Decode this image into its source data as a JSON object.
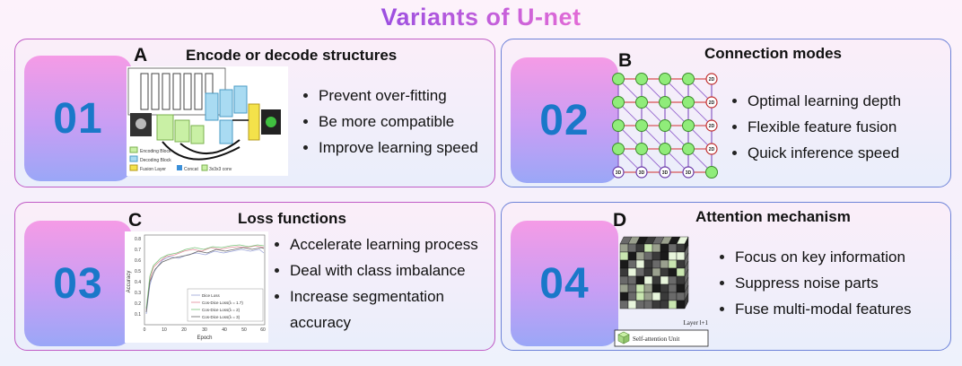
{
  "title": "Variants of U-net",
  "cards": [
    {
      "number": "01",
      "letter": "A",
      "heading": "Encode or decode structures",
      "bullets": [
        "Prevent over-fitting",
        "Be more compatible",
        "Improve learning speed"
      ],
      "legend": [
        "Encoding Block",
        "Decoding Block",
        "Fusion Layer",
        "Concat",
        "3x3x3 conv"
      ]
    },
    {
      "number": "02",
      "letter": "B",
      "heading": "Connection modes",
      "bullets": [
        "Optimal learning depth",
        "Flexible feature fusion",
        "Quick inference speed"
      ],
      "node_labels": [
        "2D",
        "3D"
      ]
    },
    {
      "number": "03",
      "letter": "C",
      "heading": "Loss functions",
      "bullets": [
        "Accelerate learning process",
        "Deal with class imbalance",
        "Increase segmentation accuracy"
      ],
      "chart": {
        "ylabel": "Accuracy",
        "xlabel": "Epoch",
        "yticks": [
          "0.8",
          "0.7",
          "0.6",
          "0.5",
          "0.4",
          "0.3",
          "0.2",
          "0.1"
        ],
        "xticks": [
          "0",
          "10",
          "20",
          "30",
          "40",
          "50",
          "60"
        ],
        "legend": [
          "Dice Loss",
          "Cos-Dice Loss(λ = 1.7)",
          "Cos-Dice Loss(λ = 2)",
          "Cos-Dice Loss(λ = 3)"
        ]
      }
    },
    {
      "number": "04",
      "letter": "D",
      "heading": "Attention mechanism",
      "bullets": [
        "Focus on key information",
        "Suppress noise parts",
        "Fuse multi-modal features"
      ],
      "layer_label": "Layer l+1",
      "unit_label": "Self-attention Unit"
    }
  ],
  "colors": {
    "accent_pink": "#c05cc6",
    "accent_blue": "#6e83d8",
    "number": "#1a78c9"
  }
}
